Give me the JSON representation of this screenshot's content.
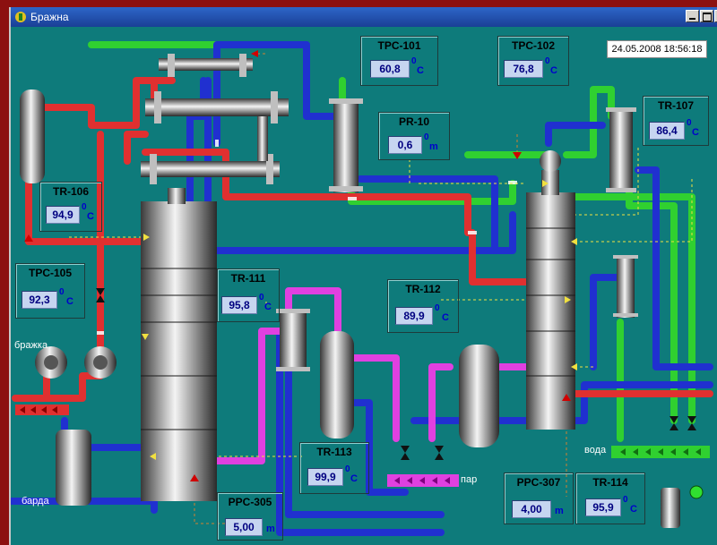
{
  "window": {
    "title": "Бражна"
  },
  "datetime": "24.05.2008 18:56:18",
  "tags": [
    {
      "id": "tpc101",
      "name": "TPC-101",
      "value": "60,8",
      "unit": "C",
      "sup": "0"
    },
    {
      "id": "tpc102",
      "name": "TPC-102",
      "value": "76,8",
      "unit": "C",
      "sup": "0"
    },
    {
      "id": "pr10",
      "name": "PR-10",
      "value": "0,6",
      "unit": "m",
      "sup": "0"
    },
    {
      "id": "tr107",
      "name": "TR-107",
      "value": "86,4",
      "unit": "C",
      "sup": "0"
    },
    {
      "id": "tr106",
      "name": "TR-106",
      "value": "94,9",
      "unit": "C",
      "sup": "0"
    },
    {
      "id": "tpc105",
      "name": "TPC-105",
      "value": "92,3",
      "unit": "C",
      "sup": "0"
    },
    {
      "id": "tr111",
      "name": "TR-111",
      "value": "95,8",
      "unit": "C",
      "sup": "0"
    },
    {
      "id": "tr112",
      "name": "TR-112",
      "value": "89,9",
      "unit": "C",
      "sup": "0"
    },
    {
      "id": "tr113",
      "name": "TR-113",
      "value": "99,9",
      "unit": "C",
      "sup": "0"
    },
    {
      "id": "ppc307",
      "name": "PPC-307",
      "value": "4,00",
      "unit": "m",
      "sup": ""
    },
    {
      "id": "tr114",
      "name": "TR-114",
      "value": "95,9",
      "unit": "C",
      "sup": "0"
    },
    {
      "id": "ppc305",
      "name": "PPC-305",
      "value": "5,00",
      "unit": "m",
      "sup": ""
    }
  ],
  "labels": {
    "brazhka": "бражка",
    "barda": "барда",
    "par": "пар",
    "voda": "вода"
  },
  "colors": {
    "background": "#0e7b7b",
    "steam": "#e040e0",
    "water": "#30d030",
    "hot": "#e03030",
    "cool": "#2030d0"
  }
}
